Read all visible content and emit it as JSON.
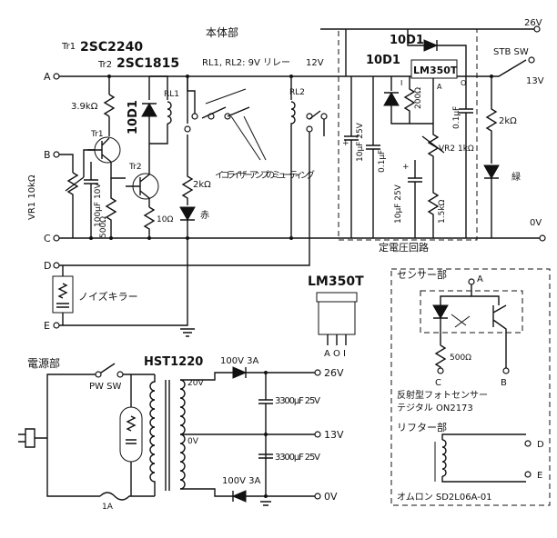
{
  "main_section": {
    "title": "本体部",
    "tr1_label": "Tr1",
    "tr1_part": "2SC2240",
    "tr2_label": "Tr2",
    "tr2_part": "2SC1815",
    "relay_note": "RL1, RL2: 9V リレー",
    "rail_12v": "12V",
    "rl1": "RL1",
    "rl2": "RL2",
    "tr1_short": "Tr1",
    "tr2_short": "Tr2",
    "r_3k9": "3.9kΩ",
    "diode_10d1": "10D1",
    "vr1": "VR1 10kΩ",
    "cap_100u_a": "100μF 10V",
    "r_500": "500Ω",
    "r_10": "10Ω",
    "r_2k_a": "2kΩ",
    "led_red": "赤",
    "mute_note": "イコライザーアンプのミューティング",
    "noise_killer": "ノイズキラー",
    "nodes": [
      "A",
      "B",
      "C",
      "D",
      "E"
    ]
  },
  "regulator": {
    "diode_top": "10D1",
    "diode_mid": "10D1",
    "ic": "LM350T",
    "pins": [
      "I",
      "O",
      "A"
    ],
    "cap_10u_25": "10μF 25V",
    "cap_01u": "0.1μF",
    "r_200": "200Ω",
    "cap_01u_b": "0.1μF",
    "vr2": "VR2 1kΩ",
    "cap_10u_b": "10μF 25V",
    "r_1k5": "1.5kΩ",
    "title": "定電圧回路",
    "out_26v": "26V",
    "out_13v": "13V",
    "out_0v": "0V",
    "stb_sw": "STB SW",
    "r_2k_b": "2kΩ",
    "led_green": "緑",
    "plus": "+"
  },
  "ic_pinout": {
    "title": "LM350T",
    "pins": [
      "A",
      "O",
      "I"
    ]
  },
  "sensor": {
    "title": "センサー部",
    "node_a": "A",
    "node_b": "B",
    "node_c": "C",
    "r_500": "500Ω",
    "desc1": "反射型フォトセンサー",
    "desc2": "テジタル ON2173"
  },
  "lifter": {
    "title": "リフター部",
    "node_d": "D",
    "node_e": "E",
    "part": "オムロン SD2L06A-01"
  },
  "power": {
    "title": "電源部",
    "transformer": "HST1220",
    "pw_sw": "PW SW",
    "diode_top": "100V 3A",
    "diode_bot": "100V 3A",
    "v_20": "20V",
    "v_0": "0V",
    "cap_top": "3300μF 25V",
    "cap_bot": "3300μF 25V",
    "out_26v": "26V",
    "out_13v": "13V",
    "out_0v": "0V",
    "fuse": "1A"
  }
}
